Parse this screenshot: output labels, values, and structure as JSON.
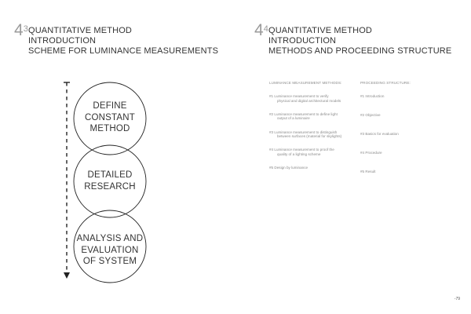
{
  "left_section": {
    "number": "4",
    "sub": "3",
    "title_lines": [
      "QUANTITATIVE METHOD",
      "INTRODUCTION",
      "SCHEME FOR LUMINANCE MEASUREMENTS"
    ]
  },
  "right_section": {
    "number": "4",
    "sub": "4",
    "title_lines": [
      "QUANTITATIVE METHOD",
      "INTRODUCTION",
      "METHODS AND PROCEEDING STRUCTURE"
    ]
  },
  "scheme": {
    "circles": [
      {
        "lines": [
          "DEFINE",
          "CONSTANT",
          "METHOD"
        ]
      },
      {
        "lines": [
          "DETAILED",
          "RESEARCH"
        ]
      },
      {
        "lines": [
          "ANALYSIS AND",
          "EVALUATION",
          "OF SYSTEM"
        ]
      }
    ]
  },
  "methods": {
    "heading": "LUMINANCE MEASUREMENT METHODS:",
    "items": [
      {
        "num": "#1",
        "line1": "Luminance measurement to verify",
        "line2": "physical and digital architectural models"
      },
      {
        "num": "#2",
        "line1": "Luminance measurement to define light",
        "line2": "output of a luminaire"
      },
      {
        "num": "#3",
        "line1": "Luminance measurement to distinguish",
        "line2": "between surfaces (material for skylights)"
      },
      {
        "num": "#4",
        "line1": "Luminance measurement to proof the",
        "line2": "quality of a lighting scheme"
      },
      {
        "num": "#5",
        "line1": "Design by luminance",
        "line2": ""
      }
    ]
  },
  "structure": {
    "heading": "PROCEEDING STRUCTURE:",
    "items": [
      {
        "num": "#1",
        "label": "Introduction"
      },
      {
        "num": "#2",
        "label": "Objective"
      },
      {
        "num": "#3",
        "label": "Basics for evaluation"
      },
      {
        "num": "#4",
        "label": "Procedure"
      },
      {
        "num": "#5",
        "label": "Result"
      }
    ]
  },
  "page_number": "79"
}
